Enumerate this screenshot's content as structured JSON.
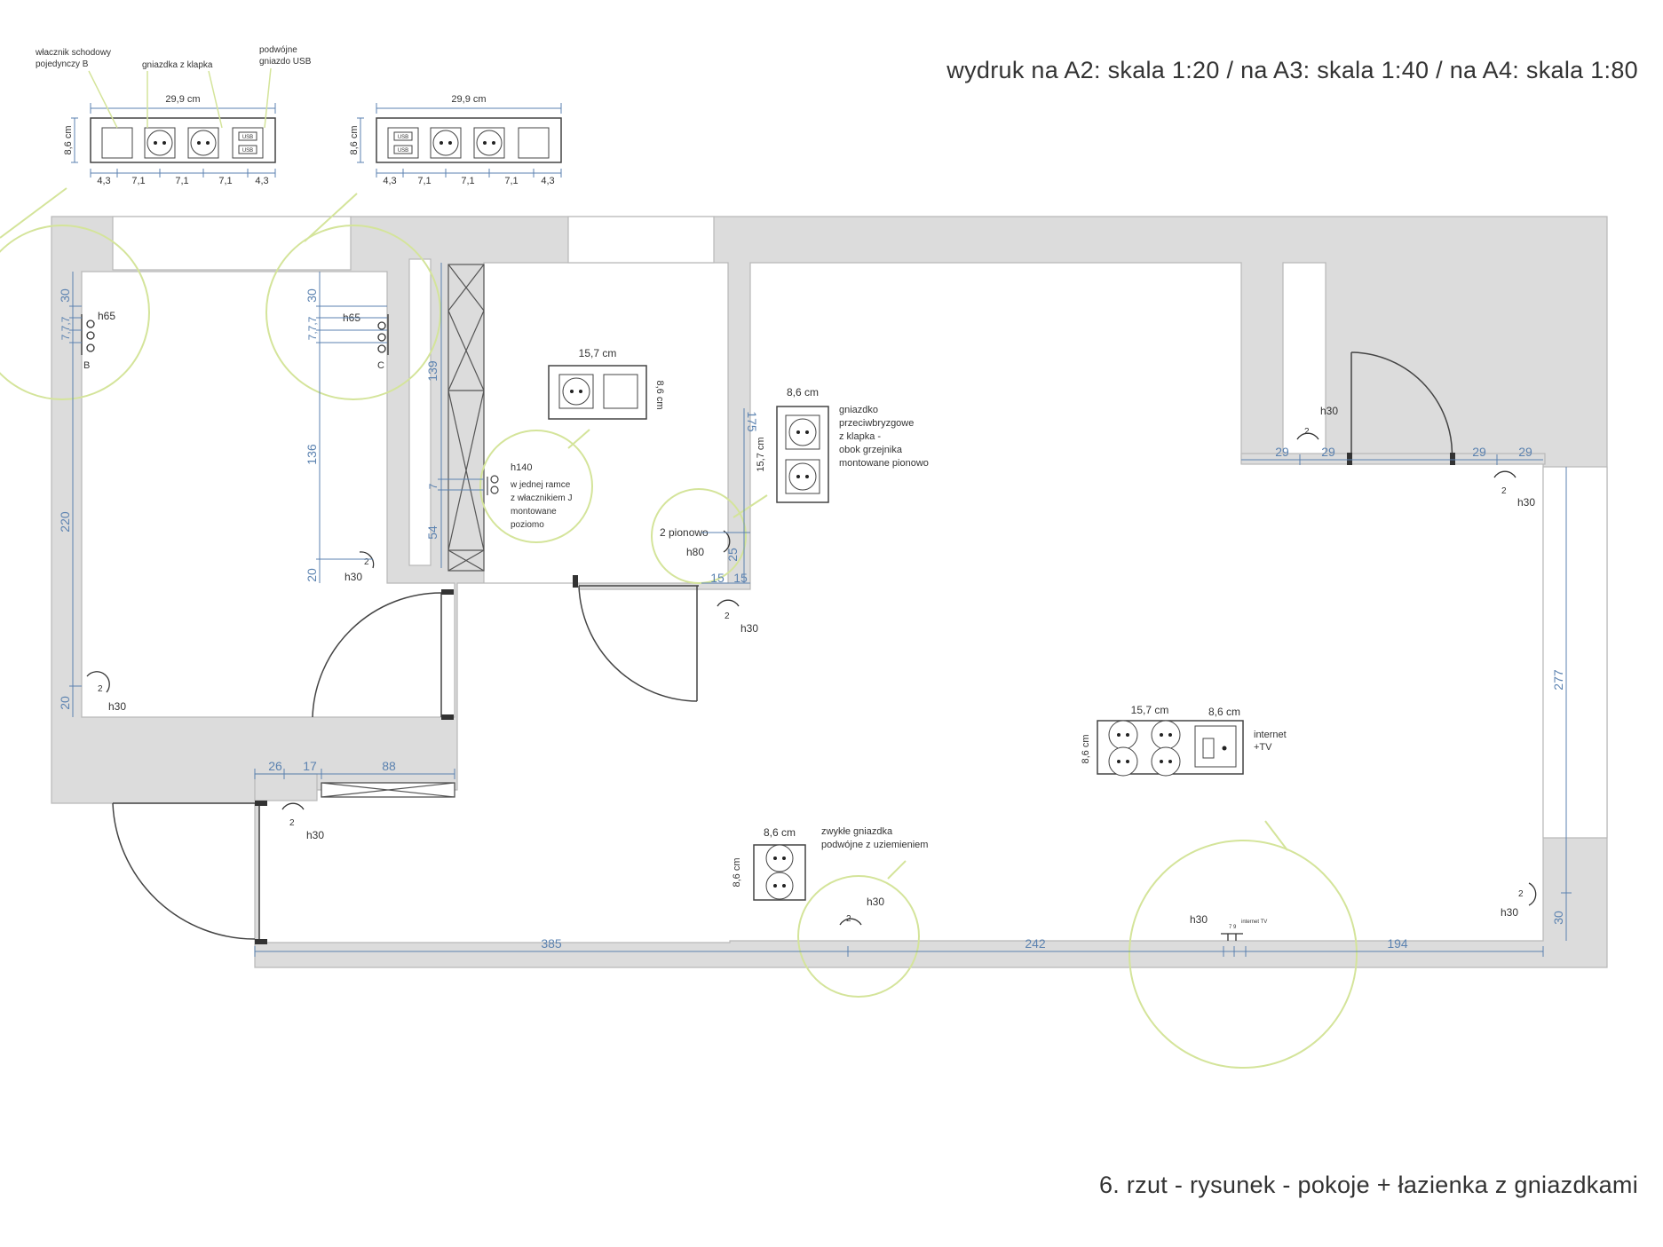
{
  "header": {
    "scale_note": "wydruk na A2: skala 1:20 / na A3: skala 1:40 / na A4: skala 1:80",
    "sheet_title": "6. rzut - rysunek - pokoje + łazienka z gniazdkami"
  },
  "colors": {
    "wall": "#dcdcdc",
    "wall_edge": "#b8b8b8",
    "dimension": "#5b82b0",
    "highlight_circle": "#d4e49a",
    "line": "#444444"
  },
  "panels": {
    "panel_b": {
      "width_label": "29,9 cm",
      "height_label": "8,6 cm",
      "segments": [
        "4,3",
        "7,1",
        "7,1",
        "7,1",
        "4,3"
      ],
      "callout_switch": [
        "włacznik schodowy",
        "pojedynczy B"
      ],
      "callout_socket": "gniazdka z klapka",
      "callout_usb": [
        "podwójne",
        "gniazdo USB"
      ],
      "usb_label": "USB"
    },
    "panel_c": {
      "width_label": "29,9 cm",
      "height_label": "8,6 cm",
      "segments": [
        "4,3",
        "7,1",
        "7,1",
        "7,1",
        "4,3"
      ],
      "usb_label": "USB"
    }
  },
  "detail_kitchen": {
    "width_label": "15,7 cm",
    "height_label": "8,6 cm",
    "note": [
      "h140",
      "w jednej ramce",
      "z włacznikiem J",
      "montowane",
      "poziomo"
    ]
  },
  "detail_bath": {
    "width_label": "8,6 cm",
    "height_label": "15,7 cm",
    "note": [
      "gniazdko",
      "przeciwbryzgowe",
      "z klapka -",
      "obok grzejnika",
      "montowane pionowo"
    ],
    "bottom_note": "2 pionowo",
    "height_tag": "h80"
  },
  "detail_tv": {
    "width_label_1": "15,7 cm",
    "width_label_2": "8,6 cm",
    "height_label": "8,6 cm",
    "note": [
      "internet",
      "+TV"
    ]
  },
  "detail_regular": {
    "width_label": "8,6 cm",
    "height_label": "8,6 cm",
    "note": [
      "zwykłe gniazdka",
      "podwójne z uziemieniem"
    ]
  },
  "labels": {
    "h65": "h65",
    "h30": "h30",
    "switch_b": "B",
    "switch_c": "C",
    "socket_count": "2",
    "internet_tv_small": "internet TV",
    "tv_small_dims": "7 9"
  },
  "dimensions": {
    "left_room_top": "30",
    "left_room_spacing": "7,7,7",
    "left_room_height": "220",
    "left_room_bottom": "20",
    "left_room_bottom2": "20",
    "mid_top": "30",
    "mid_spacing": "7,7,7",
    "mid_height": "136",
    "mid_bottom": "20",
    "kitchen_upper": "139",
    "kitchen_mid": "7",
    "kitchen_low": "54",
    "bath_height": "175",
    "bath_low": "25",
    "bath_bottom_a": "15",
    "bath_bottom_b": "15",
    "hall_a": "26",
    "hall_b": "17",
    "hall_c": "88",
    "living_bottom_1": "385",
    "living_bottom_2": "242",
    "living_bottom_3": "194",
    "living_right": "277",
    "living_right_low": "30",
    "right_room_a": "29",
    "right_room_b": "29",
    "right_room_c": "29",
    "right_room_d": "29"
  }
}
